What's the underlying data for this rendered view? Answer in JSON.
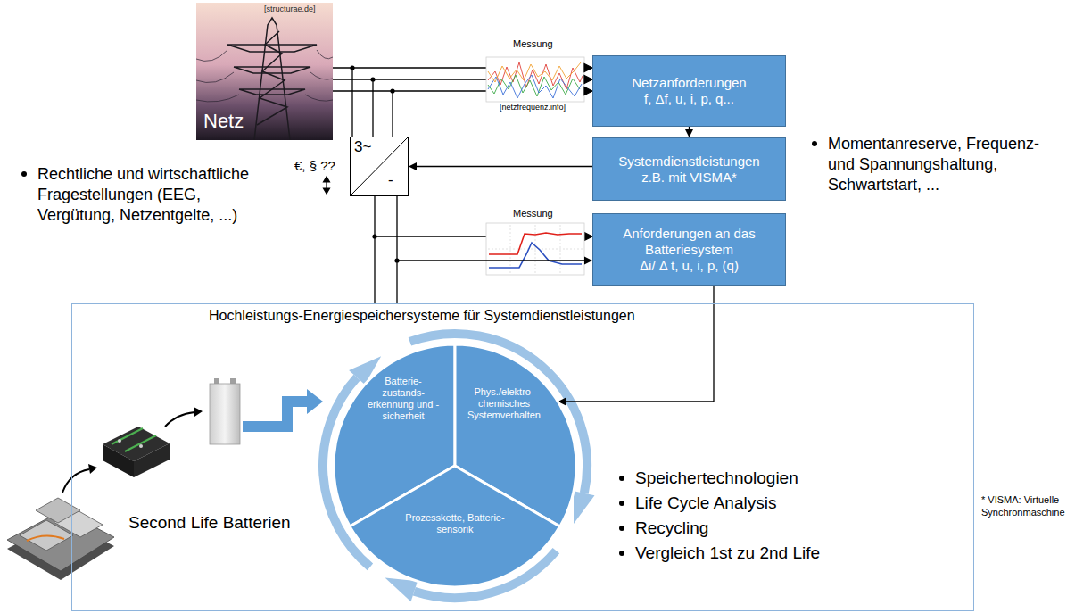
{
  "diagram": {
    "nodes": [
      {
        "text": [
          "Netzanforderungen",
          "f, Δf, u, i, p, q..."
        ]
      },
      {
        "text": [
          "3~",
          "-"
        ]
      },
      {
        "text": [
          "Systemdienstleistungen",
          "z.B. mit VISMA*"
        ]
      },
      {
        "text": [
          "Anforderungen an das Batteriesystem",
          "Δi/ Δ t, u, i, p, (q)"
        ]
      },
      {
        "text": [
          "Hochleistungs-Energiespeichersysteme für Systemdienstleistungen"
        ]
      },
      {
        "text": [
          "Batterie- zustands- erkennung und - sicherheit"
        ],
        "in": 4
      },
      {
        "text": [
          "Phys./elektro- chemisches Systemverhalten"
        ],
        "in": 4
      },
      {
        "text": [
          "Prozesskette, Batterie- sensorik"
        ],
        "in": 4
      }
    ],
    "edges": [
      {
        "from": 0,
        "to": 2,
        "arrow": "to"
      },
      {
        "from": 2,
        "to": 1,
        "arrow": "to"
      },
      {
        "from": 1,
        "to": 4,
        "arrow": "none"
      },
      {
        "from": 1,
        "to": 3,
        "arrow": "to"
      },
      {
        "from": 3,
        "to": 6,
        "arrow": "to"
      }
    ],
    "labels": [
      "[structurae.de]",
      "Netz",
      "Messung",
      "[netzfrequenz.info]",
      "Rechtliche und wirtschaftliche Fragestellungen (EEG, Vergütung, Netzentgelte, ...)",
      "€, § ??",
      "Momentanreserve, Frequenz- und Spannungshaltung, Schwartstart, ...",
      "Messung",
      "Speichertechnologien",
      "Life Cycle Analysis",
      "Recycling",
      "Vergleich 1st zu 2nd Life",
      "Second Life Batterien",
      "* VISMA: Virtuelle Synchronmaschine"
    ]
  }
}
